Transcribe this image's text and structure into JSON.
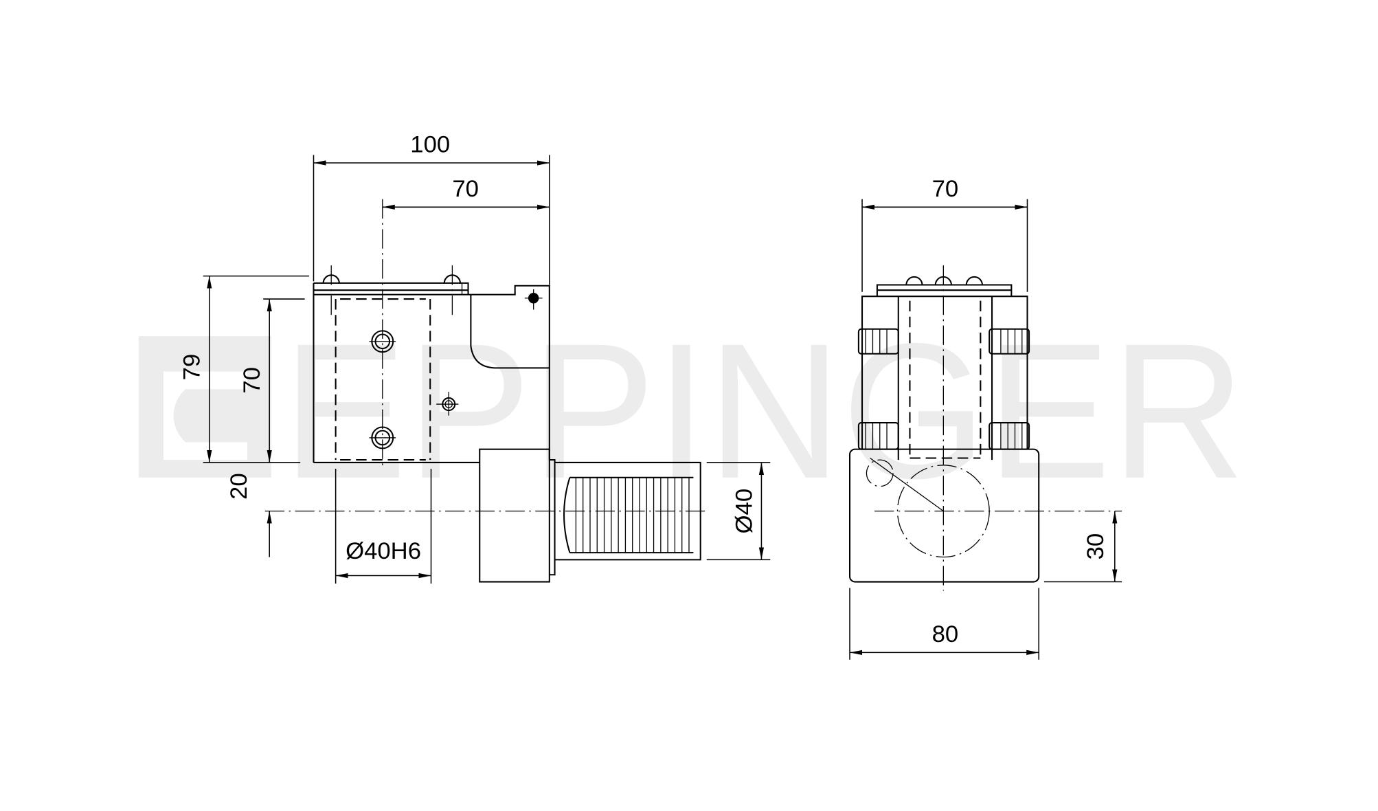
{
  "watermark": {
    "text": "EPPINGER",
    "color": "#ececec"
  },
  "side_view": {
    "dim_overall_width": "100",
    "dim_shaft_offset": "70",
    "dim_total_height": "79",
    "dim_body_height": "70",
    "dim_axis_offset": "20",
    "dim_bore": "Ø40H6",
    "dim_shank_diameter": "Ø40"
  },
  "front_view": {
    "dim_top_width": "70",
    "dim_base_width": "80",
    "dim_base_axis_height": "30"
  }
}
